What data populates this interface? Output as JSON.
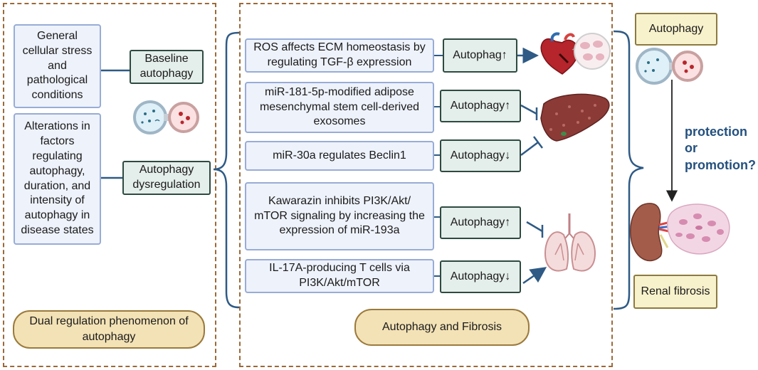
{
  "left_panel": {
    "stress_box": "General cellular stress and pathological conditions",
    "baseline_box": "Baseline autophagy",
    "alterations_box": "Alterations in factors regulating autophagy, duration, and intensity of autophagy in disease states",
    "dysregulation_box": "Autophagy dysregulation",
    "footer_label": "Dual regulation phenomenon of autophagy"
  },
  "middle_panel": {
    "rows": [
      {
        "text": "ROS affects ECM homeostasis by regulating TGF-β expression",
        "effect": "Autophag↑"
      },
      {
        "text": "miR-181-5p-modified adipose mesenchymal stem cell-derived exosomes",
        "effect": "Autophagy↑"
      },
      {
        "text": "miR-30a regulates Beclin1",
        "effect": "Autophagy↓"
      },
      {
        "text": "Kawarazin inhibits PI3K/Akt/ mTOR signaling by increasing the expression of miR-193a",
        "effect": "Autophagy↑"
      },
      {
        "text": "IL-17A-producing T cells via PI3K/Akt/mTOR",
        "effect": "Autophagy↓"
      }
    ],
    "footer_label": "Autophagy and Fibrosis"
  },
  "right_panel": {
    "top_box": "Autophagy",
    "question_line1": "protection",
    "question_line2": "or",
    "question_line3": "promotion?",
    "bottom_box": "Renal fibrosis"
  },
  "colors": {
    "dash_border": "#9a6a3a",
    "blue_box_fill": "#eef2fb",
    "blue_box_border": "#98acd6",
    "green_box_fill": "#e4eeea",
    "green_box_border": "#2e4a40",
    "pill_fill": "#f3e2b6",
    "connector": "#2e5a85",
    "question_text": "#23507e"
  },
  "icons": [
    "autophagosome-icon",
    "heart-icon",
    "liver-icon",
    "lungs-icon",
    "kidney-icon"
  ]
}
